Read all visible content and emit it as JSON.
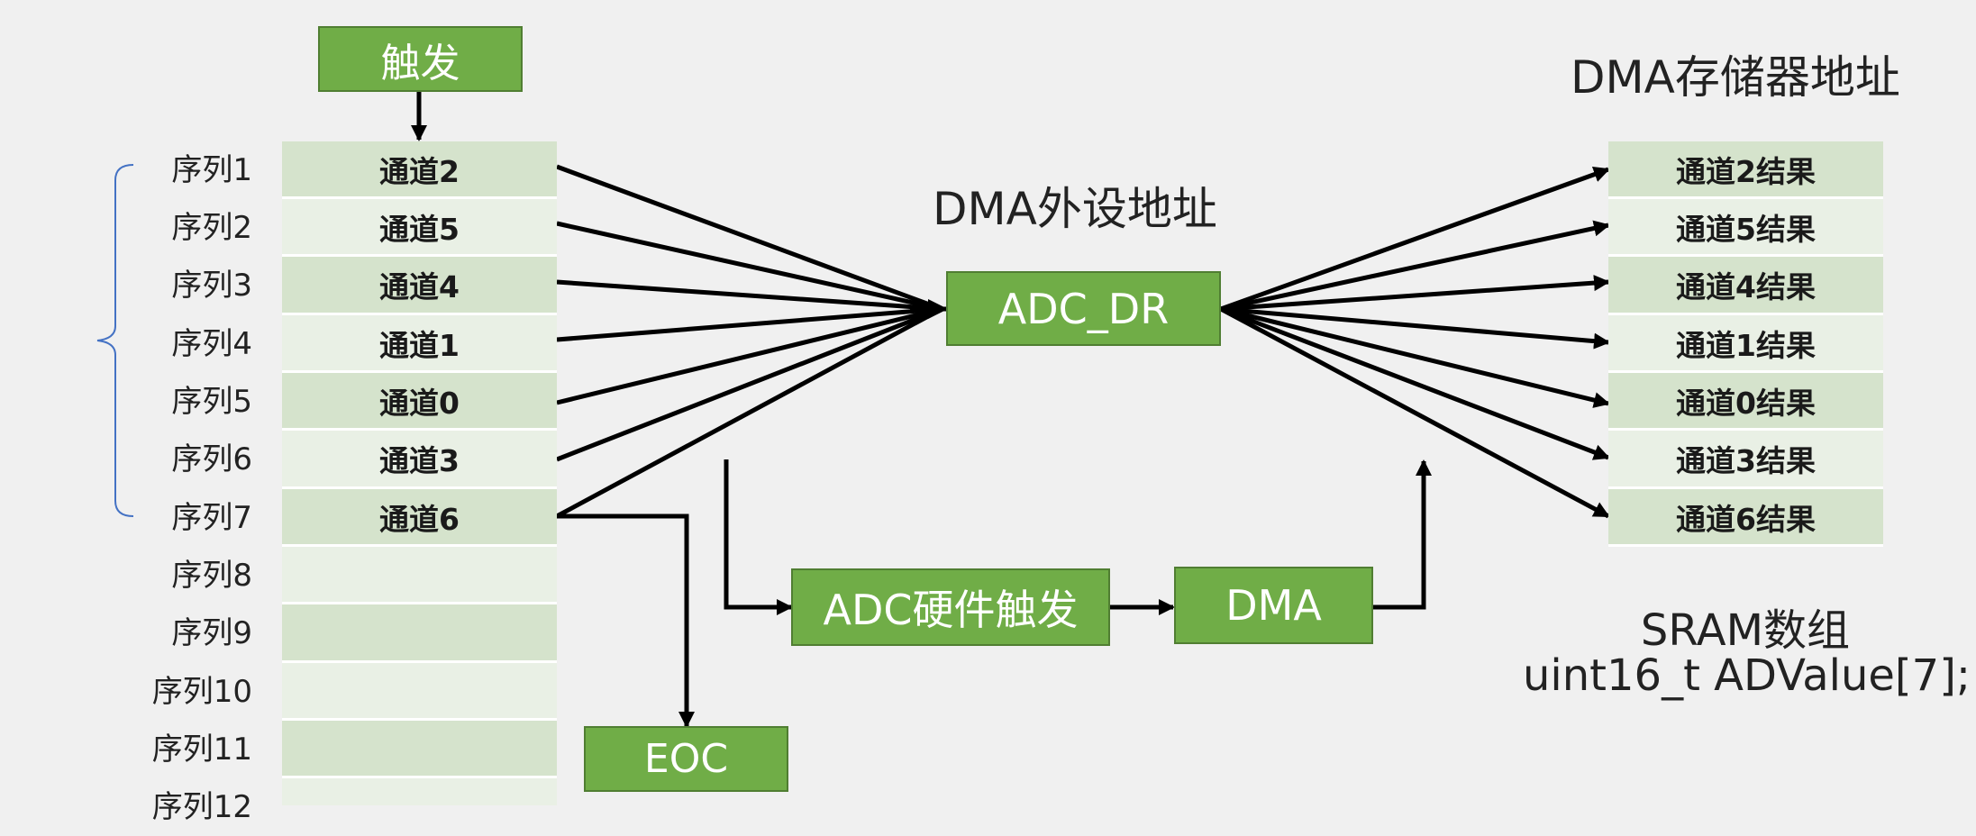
{
  "trigger": {
    "label": "触发"
  },
  "sequence_labels": [
    "序列1",
    "序列2",
    "序列3",
    "序列4",
    "序列5",
    "序列6",
    "序列7",
    "序列8",
    "序列9",
    "序列10",
    "序列11",
    "序列12"
  ],
  "channels": [
    "通道2",
    "通道5",
    "通道4",
    "通道1",
    "通道0",
    "通道3",
    "通道6",
    "",
    "",
    "",
    "",
    ""
  ],
  "peripheral_address_label": "DMA外设地址",
  "adc_dr": {
    "label": "ADC_DR"
  },
  "memory_address_label": "DMA存储器地址",
  "results": [
    "通道2结果",
    "通道5结果",
    "通道4结果",
    "通道1结果",
    "通道0结果",
    "通道3结果",
    "通道6结果"
  ],
  "adc_hw_trigger": {
    "label": "ADC硬件触发"
  },
  "dma": {
    "label": "DMA"
  },
  "eoc": {
    "label": "EOC"
  },
  "sram": {
    "title": "SRAM数组",
    "declaration": "uint16_t ADValue[7];"
  },
  "colors": {
    "box_fill": "#70ad47",
    "box_border": "#507e32",
    "cell_dark": "#d5e3cc",
    "cell_light": "#e9f0e5",
    "bracket": "#4472c4",
    "arrow": "#000000"
  }
}
